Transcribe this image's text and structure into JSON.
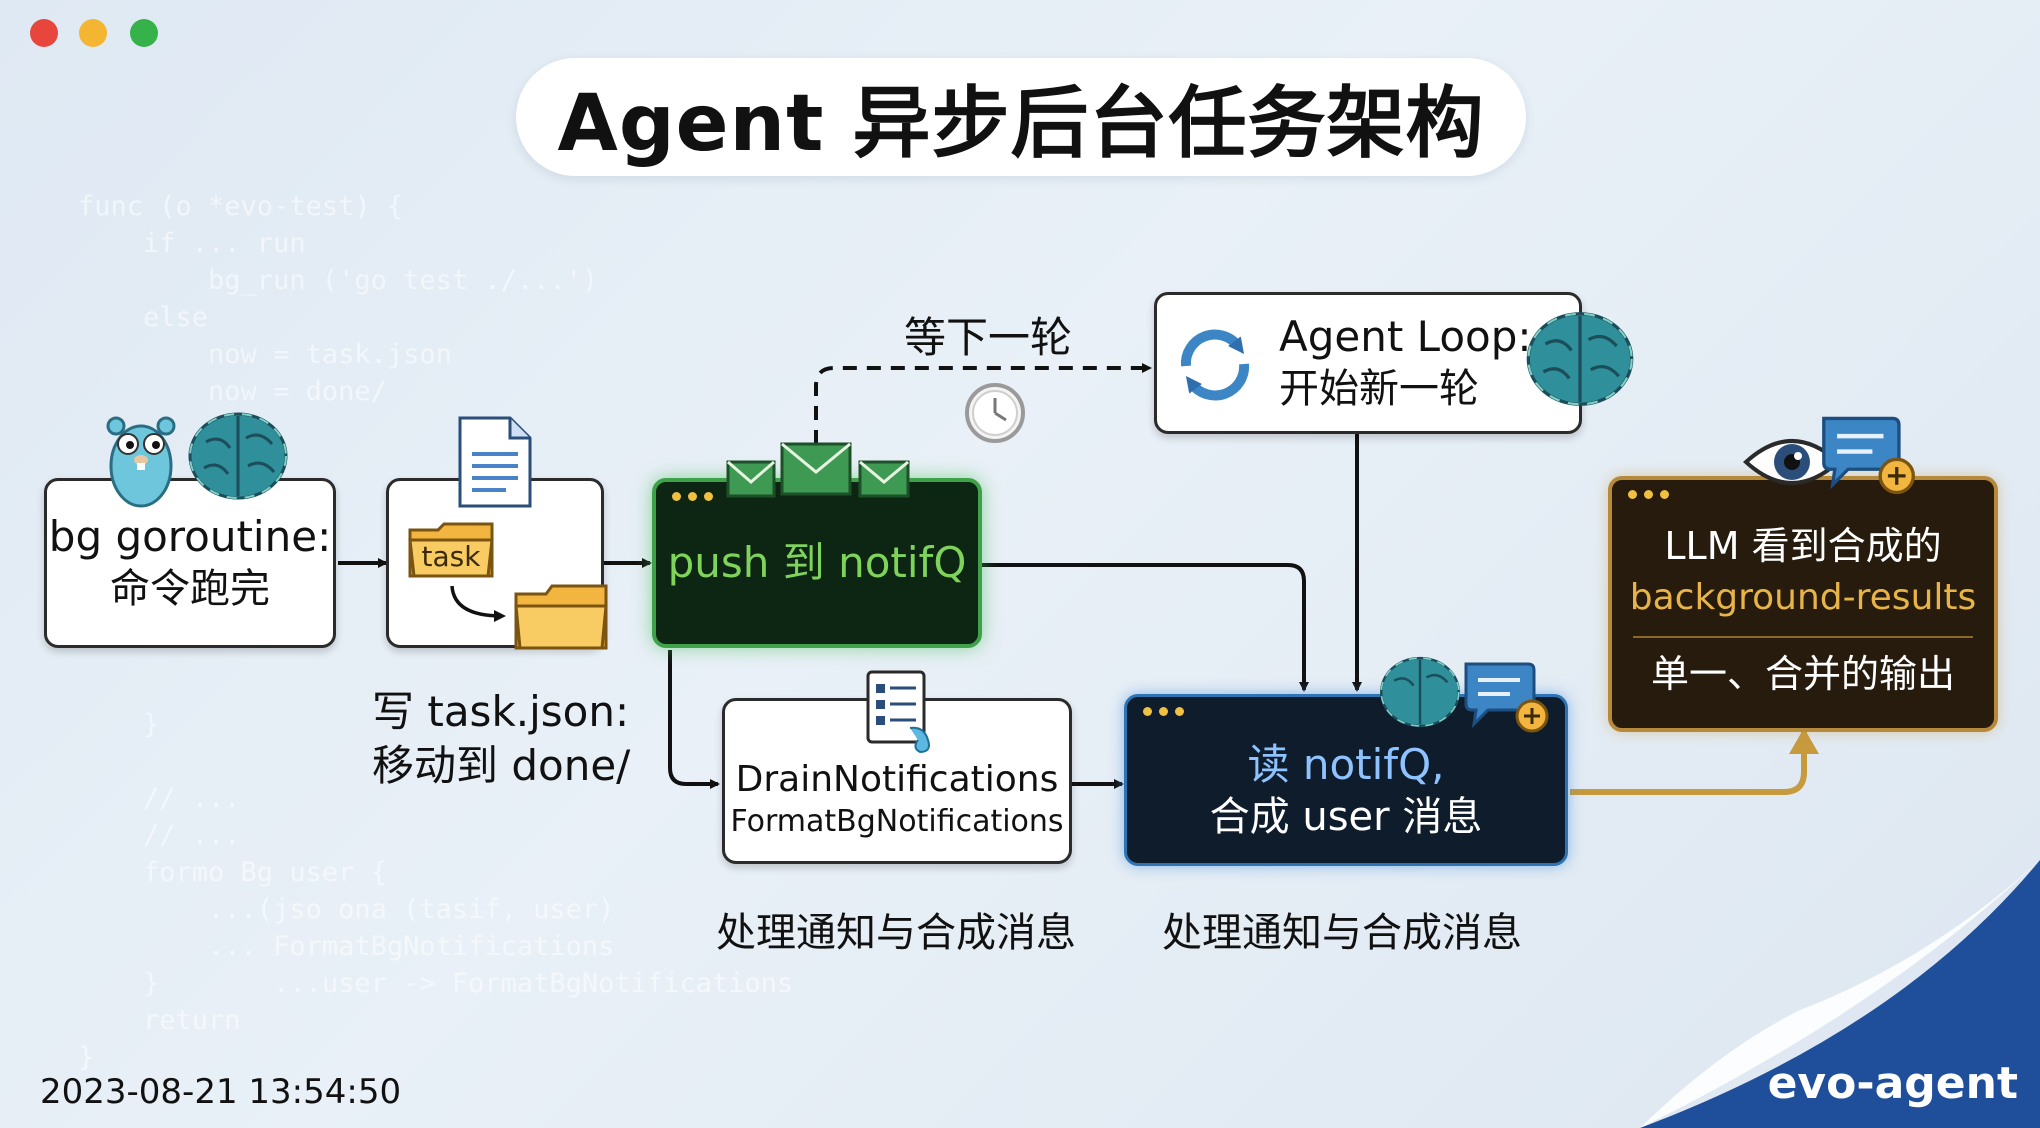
{
  "window": {
    "dots": [
      "#e8453c",
      "#f4b532",
      "#35b34a"
    ]
  },
  "title": "Agent 异步后台任务架构",
  "code_background": [
    "func (o *evo-test) {",
    "    if ... run",
    "        bg_run ('go test ./...')",
    "    else",
    "        now = task.json",
    "        now = done/",
    "",
    "",
    "",
    "",
    "",
    "",
    "",
    "",
    "    }",
    "",
    "    // ...",
    "    // ...",
    "    formo Bg user {",
    "        ...(jso ona (tasif, user)",
    "        ... FormatBgNotifications",
    "    }       ...user -> FormatBgNotifications",
    "    return",
    "}"
  ],
  "nodes": {
    "bg_goroutine": {
      "line1": "bg goroutine:",
      "line2": "命令跑完"
    },
    "task_file": {
      "folder_label": "task"
    },
    "push": {
      "label": "push 到 notifQ"
    },
    "agent_loop": {
      "line1": "Agent Loop:",
      "line2": "开始新一轮"
    },
    "drain": {
      "line1": "DrainNotifications",
      "line2": "FormatBgNotifications"
    },
    "read": {
      "line1": "读 notifQ,",
      "line2": "合成 user 消息"
    },
    "llm": {
      "line1": "LLM 看到合成的",
      "line2": "background-results",
      "line3": "单一、合并的输出"
    }
  },
  "captions": {
    "write_task_1": "写 task.json:",
    "write_task_2": "移动到 done/",
    "wait_next_round": "等下一轮",
    "process_drain": "处理通知与合成消息",
    "process_read": "处理通知与合成消息"
  },
  "footer": {
    "timestamp": "2023-08-21 13:54:50",
    "brand": "evo-agent"
  },
  "colors": {
    "accent_green": "#3fa24a",
    "accent_blue": "#2e74b5",
    "accent_gold": "#c79a3e",
    "llm_highlight": "#e8b447",
    "push_text": "#7fd35b"
  },
  "icons": [
    "gopher-icon",
    "brain-icon",
    "document-icon",
    "folder-icon",
    "envelope-icon",
    "clock-icon",
    "refresh-icon",
    "list-icon",
    "chat-add-icon",
    "eye-icon"
  ]
}
